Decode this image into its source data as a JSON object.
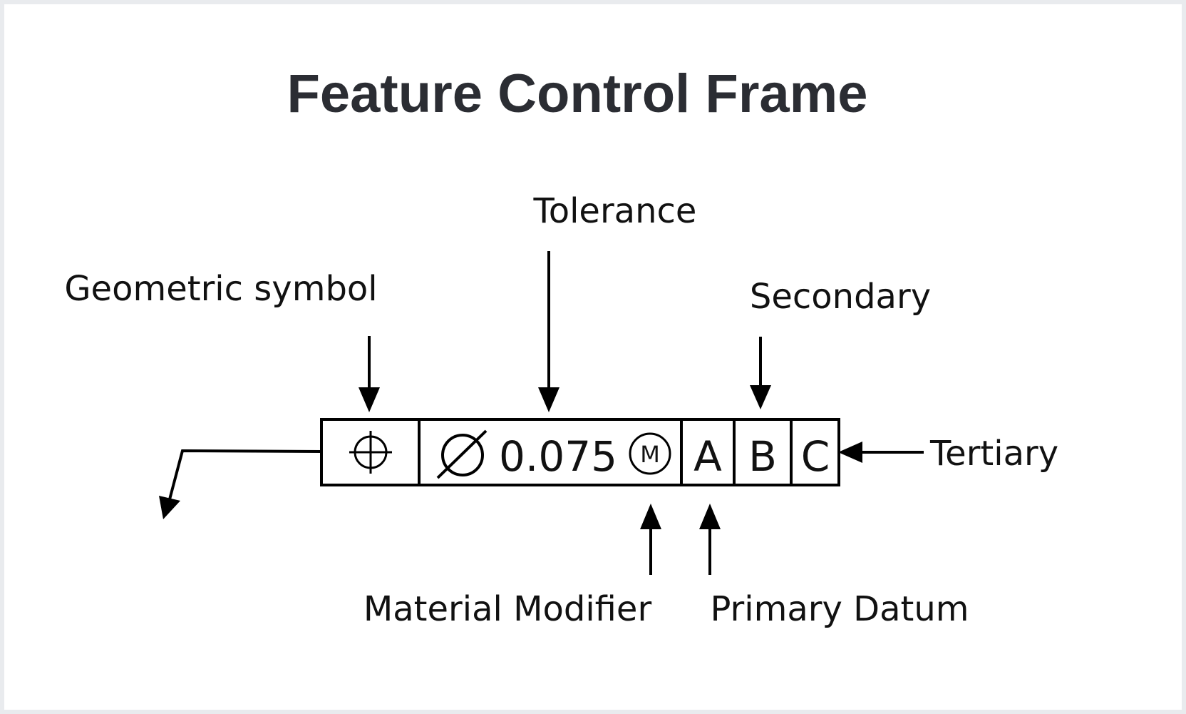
{
  "title": "Feature Control Frame",
  "labels": {
    "tolerance": "Tolerance",
    "geometric_symbol": "Geometric symbol",
    "secondary": "Secondary",
    "tertiary": "Tertiary",
    "material_modifier": "Material Modifier",
    "primary_datum": "Primary Datum"
  },
  "frame": {
    "symbol_icon": "position-icon",
    "diameter_icon": "diameter-icon",
    "tolerance_value": "0.075",
    "modifier": "M",
    "datum_primary": "A",
    "datum_secondary": "B",
    "datum_tertiary": "C"
  }
}
